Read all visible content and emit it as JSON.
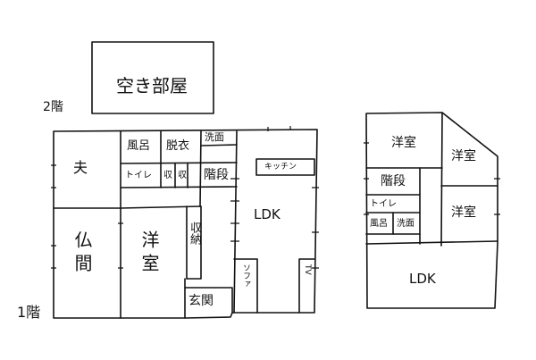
{
  "floor_labels": {
    "second": "2階",
    "first": "1階"
  },
  "second_floor": {
    "akibeya": "空き部屋"
  },
  "first_floor": {
    "otto": "夫",
    "furo": "風呂",
    "datsui": "脱衣",
    "senmen": "洗面",
    "toire": "トイレ",
    "shuno_a": "収",
    "shuno_b": "収",
    "kaidan": "階段",
    "kitchen": "キッチン",
    "ldk": "LDK",
    "butsuma": "仏間",
    "yoshitsu": "洋室",
    "shuno_v": "収納",
    "genkan": "玄関",
    "yuka": "ソファ",
    "tv": "TV"
  },
  "right_plan": {
    "yoshitsu_top": "洋室",
    "yoshitsu_right1": "洋室",
    "yoshitsu_right2": "洋室",
    "kaidan": "階段",
    "toire": "トイレ",
    "furo": "風呂",
    "senmen": "洗面",
    "ldk": "LDK"
  }
}
